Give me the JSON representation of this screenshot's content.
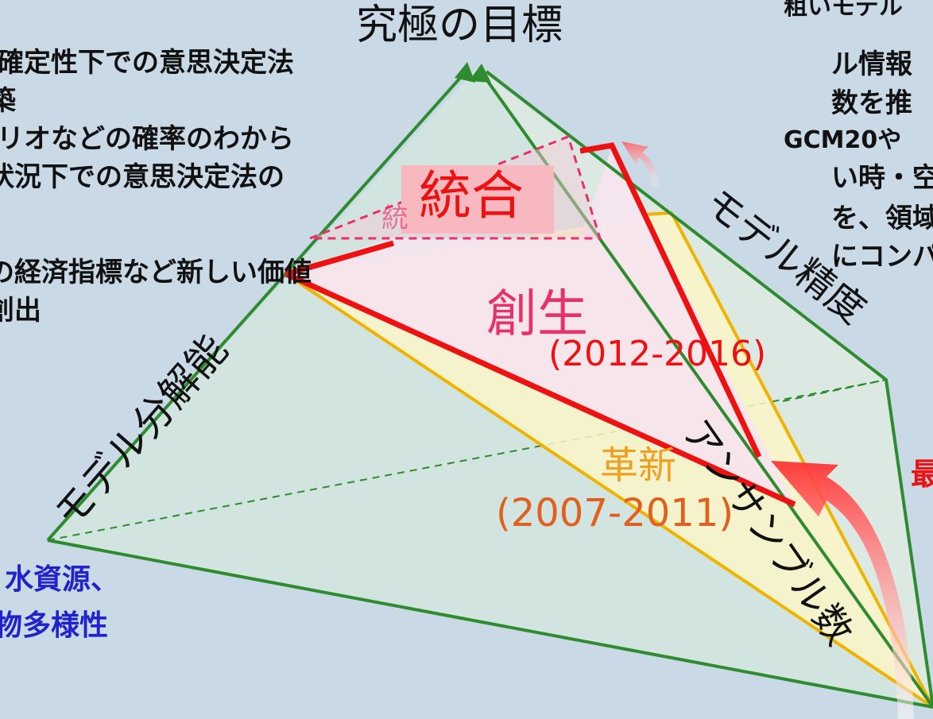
{
  "colors": {
    "background": "#c9d9e6",
    "pyramid_edge": "#2e8b2e",
    "red_path": "#ee1111",
    "orange_path": "#f0b400",
    "magenta": "#e8306a",
    "blue_text": "#2222cc",
    "orange_text": "#e06020",
    "red_text": "#ee1111",
    "integration_box": "#f8b8c0"
  },
  "top_title": "究極の目標",
  "left_text": {
    "line1": "確定性下での意思決定法",
    "line2": "築",
    "line3": "リオなどの確率のわから",
    "line4": "状況下での意思決定法の",
    "line5": "の経済指標など新しい価値",
    "line6": "創出"
  },
  "bottom_left_text": {
    "line1": "水資源、",
    "line2": "物多様性"
  },
  "right_text": {
    "line1": "粗いモデル",
    "line2": "ル情報",
    "line3": "数を推",
    "line4": "GCM20や",
    "line5": "い時・空",
    "line6": "を、領域",
    "line7": "にコンパ"
  },
  "axis_labels": {
    "resolution": "モデル分解能",
    "precision": "モデル精度",
    "ensemble": "アンサンブル数"
  },
  "stages": {
    "integration": "統合",
    "creation": "創生",
    "creation_years": "(2012-2016)",
    "innovation": "革新",
    "innovation_years": "(2007-2011)",
    "integration_partial": "統",
    "right_partial": "最"
  }
}
